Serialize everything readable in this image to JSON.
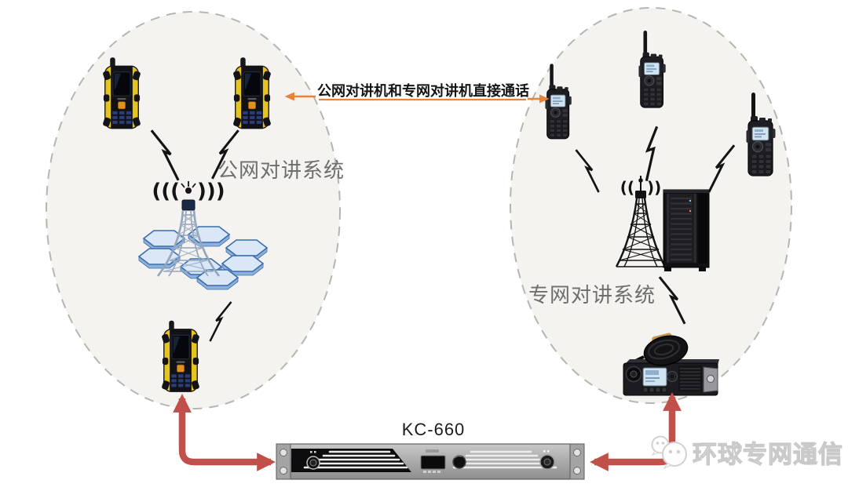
{
  "zones": {
    "public": {
      "label": "公网对讲系统"
    },
    "private": {
      "label": "专网对讲系统"
    }
  },
  "annotation": {
    "direct_call_label": "公网对讲机和专网对讲机直接通话"
  },
  "gateway": {
    "model_label": "KC-660"
  },
  "watermark": {
    "brand_label": "环球专网通信",
    "icon": "wechat-bubbles-icon"
  },
  "colors": {
    "accent_orange": "#e8833a",
    "arrow_red": "#c1504b",
    "label_gray": "#6e6e6e",
    "text_black": "#141414",
    "zone_fill": "#f4f3f0",
    "zone_border": "#b5b5b2",
    "phone_yellow": "#e5c41f",
    "screen_blue": "#cfe3f0",
    "hex_blue_light": "#d9e7f7",
    "hex_blue_dark": "#8fb0d8",
    "tower_gray_blue": "#93a5bd",
    "watermark_white": "#ffffff",
    "watermark_outline": "#c9c9c9"
  },
  "icons": [
    {
      "name": "rugged-phone-icon",
      "zone": "public",
      "count": 3
    },
    {
      "name": "cell-tower-icon",
      "zone": "public",
      "count": 1
    },
    {
      "name": "signal-waves-icon",
      "zone": "public",
      "count": 1
    },
    {
      "name": "hex-cell-grid-icon",
      "zone": "public",
      "count": 7
    },
    {
      "name": "lightning-bolt-icon",
      "zone": "public",
      "count": 3
    },
    {
      "name": "portable-radio-icon",
      "zone": "private",
      "count": 3
    },
    {
      "name": "radio-tower-icon",
      "zone": "private",
      "count": 1
    },
    {
      "name": "server-rack-icon",
      "zone": "private",
      "count": 1
    },
    {
      "name": "mobile-radio-mic-icon",
      "zone": "private",
      "count": 1
    },
    {
      "name": "lightning-bolt-icon",
      "zone": "private",
      "count": 4
    },
    {
      "name": "rack-gateway-icon",
      "zone": "gateway",
      "count": 1
    },
    {
      "name": "red-elbow-arrow",
      "zone": "connector",
      "count": 2
    },
    {
      "name": "orange-double-arrow",
      "zone": "connector",
      "count": 1
    },
    {
      "name": "wechat-bubbles-icon",
      "zone": "watermark",
      "count": 1
    }
  ]
}
